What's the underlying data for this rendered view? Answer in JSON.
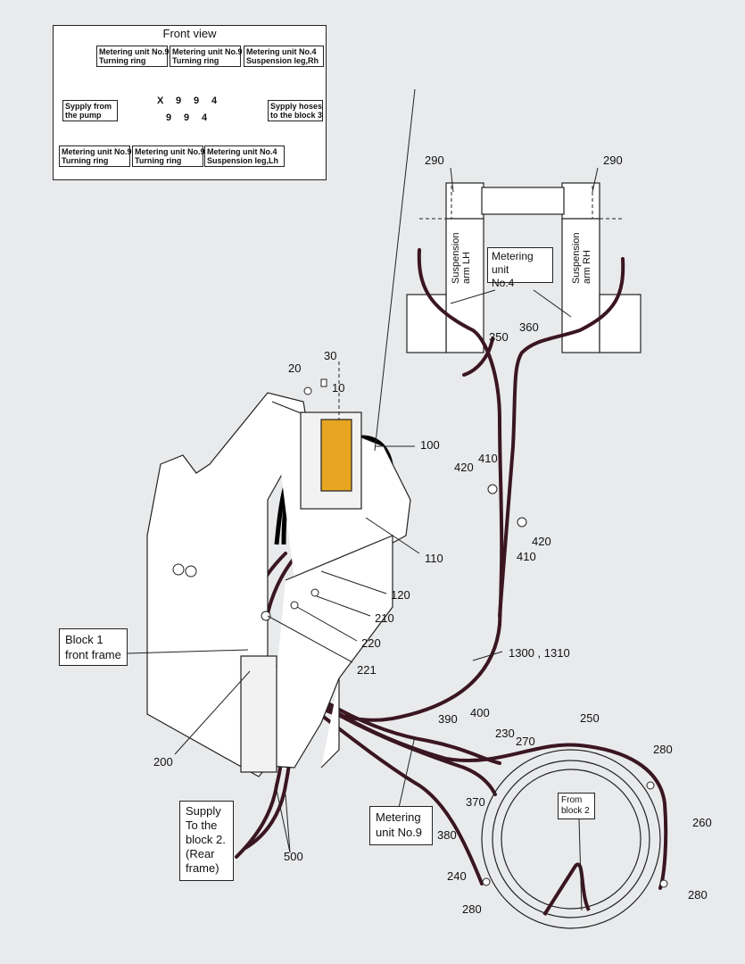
{
  "front_view": {
    "title": "Front view",
    "labels": {
      "top_left": [
        "Metering unit No.9",
        "Turning ring"
      ],
      "top_mid": [
        "Metering unit No.9",
        "Turning ring"
      ],
      "top_right": [
        "Metering unit No.4",
        "Suspension leg,Rh"
      ],
      "left": [
        "Sypply from",
        "the pump"
      ],
      "right": [
        "Sypply hoses",
        "to the block 3"
      ],
      "bot_left": [
        "Metering unit No.9",
        "Turning ring"
      ],
      "bot_mid": [
        "Metering unit No.9",
        "Turning ring"
      ],
      "bot_right": [
        "Metering unit No.4",
        "Suspension leg,Lh"
      ]
    },
    "top_outlets": [
      "X",
      "9",
      "9",
      "4"
    ],
    "bottom_outlets": [
      "9",
      "9",
      "4"
    ]
  },
  "suspension": {
    "arm_lh": [
      "Suspension",
      "arm LH"
    ],
    "arm_rh": [
      "Suspension",
      "arm RH"
    ],
    "metering_box": [
      "Metering unit",
      "No.4"
    ]
  },
  "callouts": {
    "p290_left": "290",
    "p290_right": "290",
    "p350": "350",
    "p360": "360",
    "p20": "20",
    "p30": "30",
    "p10": "10",
    "p100": "100",
    "p420_a": "420",
    "p410_a": "410",
    "p420_b": "420",
    "p410_b": "410",
    "p110": "110",
    "p120": "120",
    "p210": "210",
    "p220": "220",
    "p221": "221",
    "p1300": "1300 , 1310",
    "p200": "200",
    "p500": "500",
    "p390": "390",
    "p400": "400",
    "p250": "250",
    "p230": "230",
    "p270": "270",
    "p280_a": "280",
    "p370": "370",
    "p380": "380",
    "p260": "260",
    "p240": "240",
    "p280_b": "280",
    "p280_c": "280"
  },
  "boxes": {
    "block1": [
      "Block 1",
      "front frame"
    ],
    "supply": [
      "Supply",
      "To the",
      "block 2.",
      "(Rear",
      "frame)"
    ],
    "metering9": [
      "Metering",
      "unit No.9"
    ],
    "from_block2": [
      "From",
      "block 2"
    ]
  }
}
